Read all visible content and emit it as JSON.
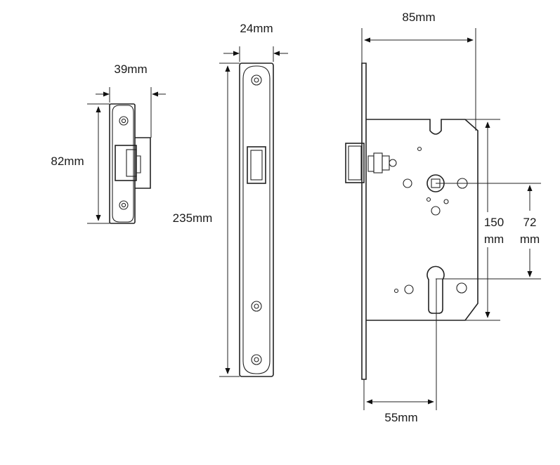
{
  "dimensions": {
    "strike_width": "39mm",
    "strike_height": "82mm",
    "faceplate_width": "24mm",
    "faceplate_height": "235mm",
    "lock_width": "85mm",
    "lock_height_value": "150",
    "lock_height_unit": "mm",
    "handle_cylinder_value": "72",
    "handle_cylinder_unit": "mm",
    "backset": "55mm"
  }
}
